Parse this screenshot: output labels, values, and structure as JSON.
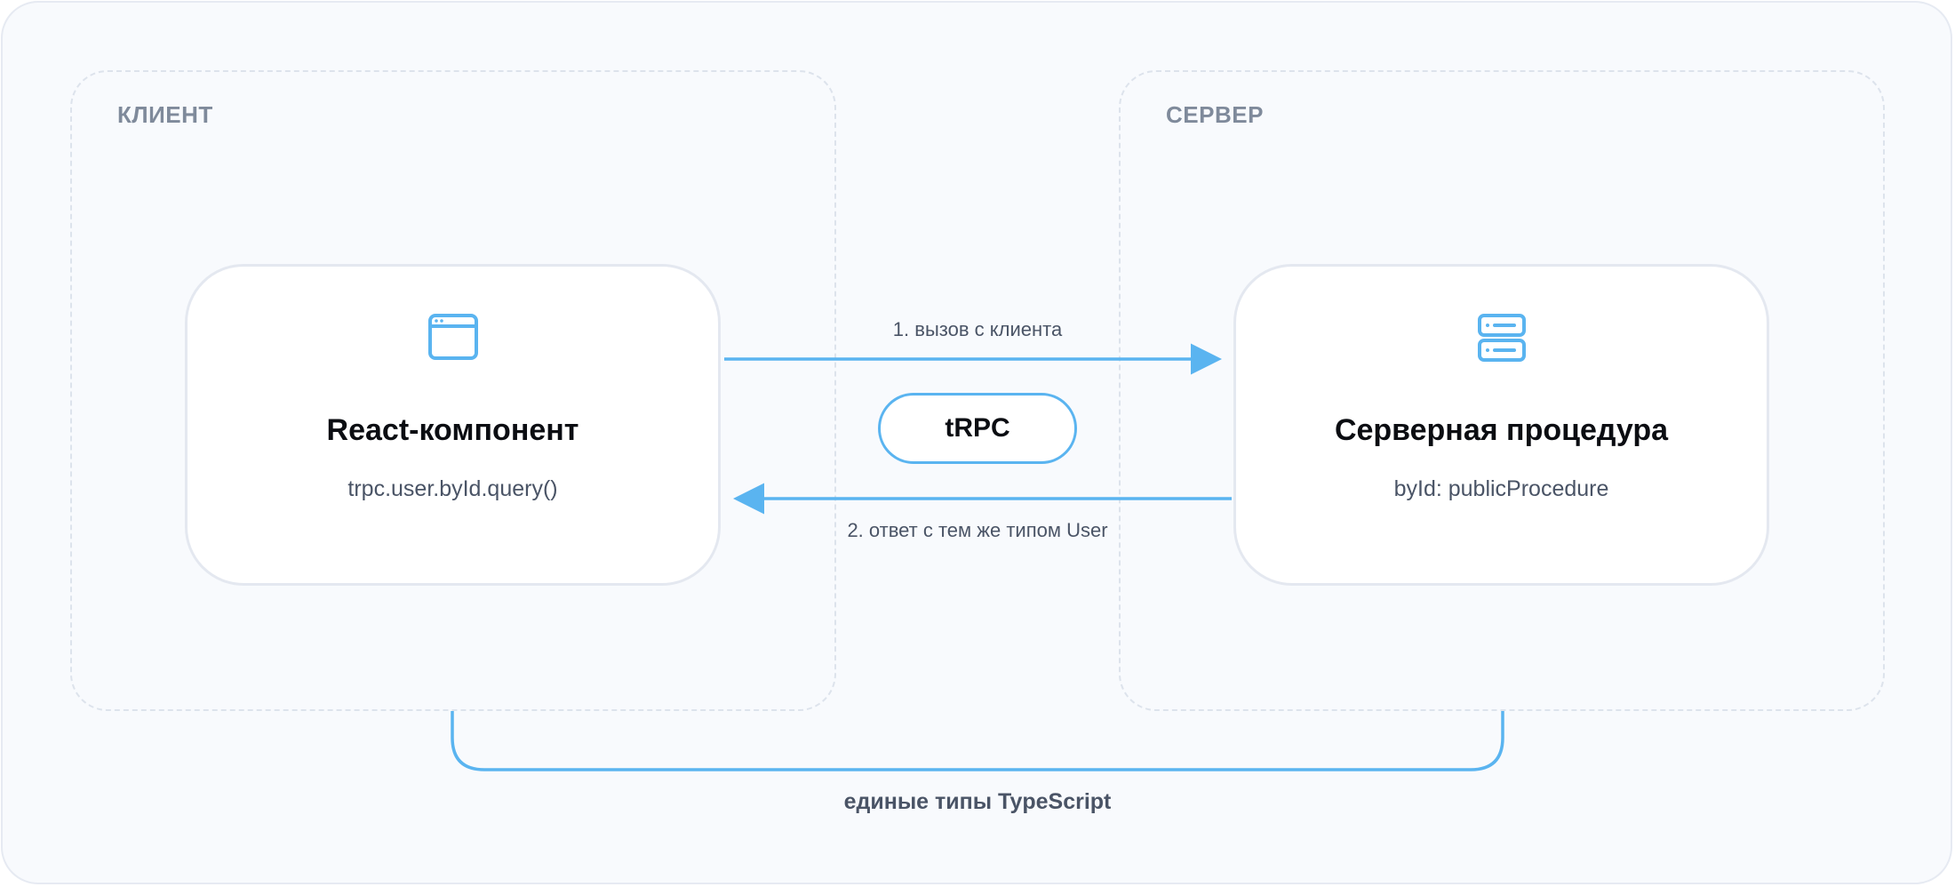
{
  "zones": {
    "client_label": "КЛИЕНТ",
    "server_label": "СЕРВЕР"
  },
  "client_card": {
    "icon": "browser-window-icon",
    "title": "React-компонент",
    "code": "trpc.user.byId.query()"
  },
  "server_card": {
    "icon": "server-stack-icon",
    "title": "Серверная процедура",
    "code": "byId: publicProcedure"
  },
  "arrows": {
    "request_label": "1. вызов с клиента",
    "response_label": "2. ответ с тем же типом User"
  },
  "middleware": {
    "label": "tRPC"
  },
  "shared_types": {
    "label": "единые типы TypeScript"
  },
  "colors": {
    "accent": "#5ab4f0",
    "zone_border": "#dde3ec",
    "card_border": "#e4e8f0",
    "muted_text": "#7f8a9b",
    "body_text": "#4a5466"
  }
}
